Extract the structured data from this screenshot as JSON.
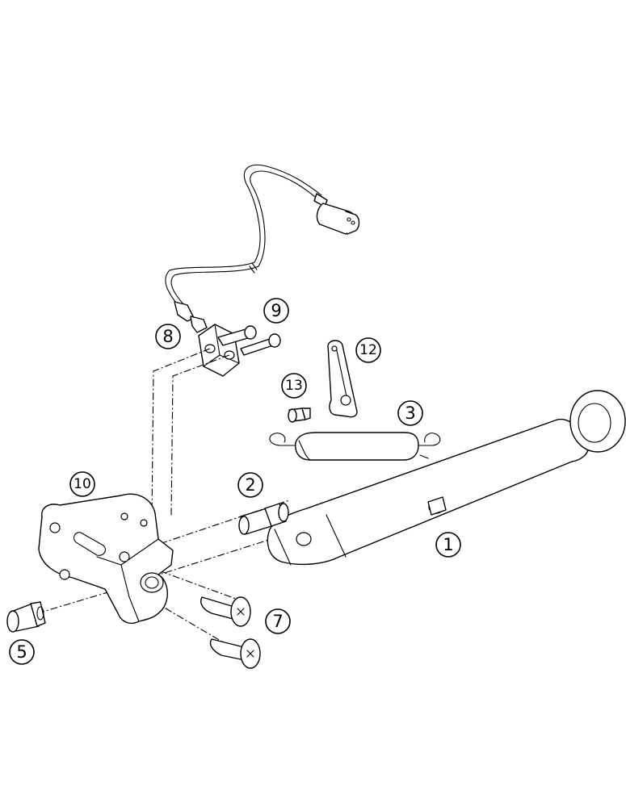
{
  "callouts": [
    {
      "id": "1",
      "label": "1"
    },
    {
      "id": "2",
      "label": "2"
    },
    {
      "id": "3",
      "label": "3"
    },
    {
      "id": "5",
      "label": "5"
    },
    {
      "id": "7",
      "label": "7"
    },
    {
      "id": "8",
      "label": "8"
    },
    {
      "id": "9",
      "label": "9"
    },
    {
      "id": "10",
      "label": "10"
    },
    {
      "id": "12",
      "label": "12"
    },
    {
      "id": "13",
      "label": "13"
    }
  ]
}
